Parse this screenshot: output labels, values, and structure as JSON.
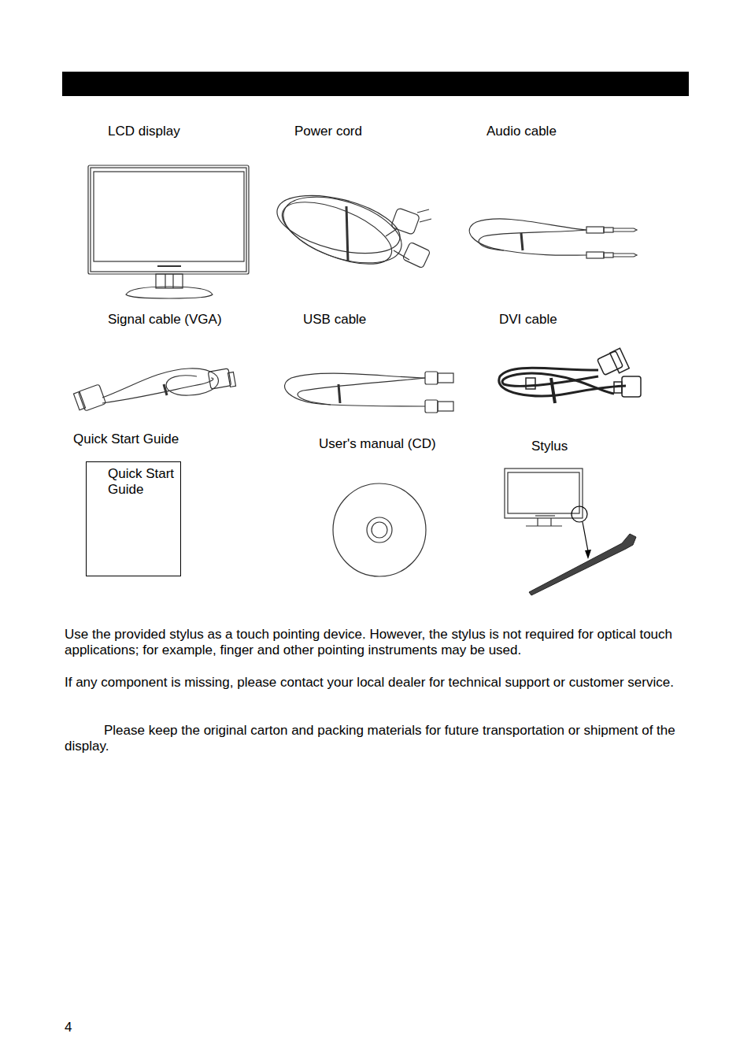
{
  "diagram": {
    "nodes": [
      {
        "text": [
          "Quick Start Guide"
        ]
      }
    ],
    "labels": [
      "LCD display",
      "Power cord",
      "Audio cable",
      "Signal cable (VGA)",
      "USB cable",
      "DVI cable",
      "Quick Start Guide",
      "User's manual (CD)",
      "Stylus",
      "Use the provided stylus as a touch pointing device. However, the stylus is not required for optical touch applications; for example, finger and other pointing instruments may be used.",
      "If any component is missing, please contact your local dealer for technical support or customer service.",
      "Please keep the original carton and packing materials for future transportation or shipment of the display.",
      "4"
    ]
  }
}
